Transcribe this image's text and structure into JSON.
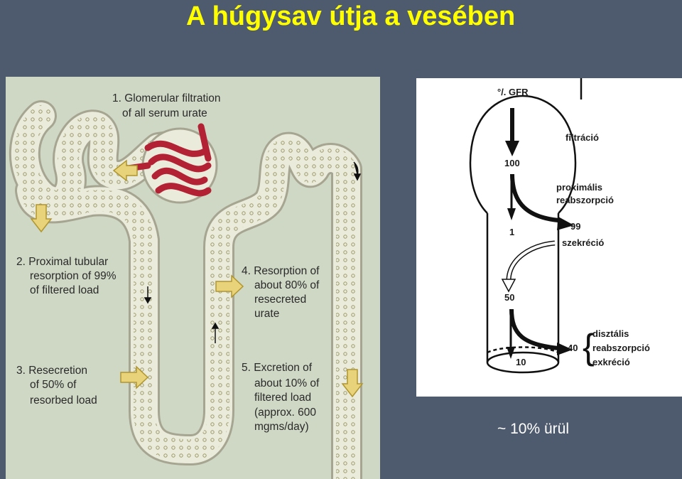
{
  "title": "A húgysav útja a vesében",
  "bottom_note": "~ 10%  ürül",
  "left_diagram": {
    "step1": [
      "1. Glomerular filtration",
      "of all serum urate"
    ],
    "step2": [
      "2. Proximal tubular",
      "resorption of 99%",
      "of filtered load"
    ],
    "step3": [
      "3. Resecretion",
      "of 50% of",
      "resorbed load"
    ],
    "step4": [
      "4. Resorption of",
      "about 80% of",
      "resecreted",
      "urate"
    ],
    "step5": [
      "5. Excretion of",
      "about 10% of",
      "filtered load",
      "(approx. 600",
      "mgms/day)"
    ]
  },
  "right_diagram": {
    "gfr": "°/. GFR",
    "filtracio": "filtráció",
    "v100": "100",
    "proximalis": [
      "proximális",
      "reabszorpció"
    ],
    "v1": "1",
    "v99": "99",
    "szekrecio": "szekréció",
    "v50": "50",
    "distal_brace": "{",
    "disztalis": [
      "disztális",
      "reabszorpció",
      "exkréció"
    ],
    "v40": "40",
    "v10": "10"
  },
  "colors": {
    "background": "#4e5a6d",
    "title": "#ffff00",
    "tubule": "#ebebdc",
    "glomerulus": "#b22234",
    "arrow_fill": "#e8d27a"
  }
}
